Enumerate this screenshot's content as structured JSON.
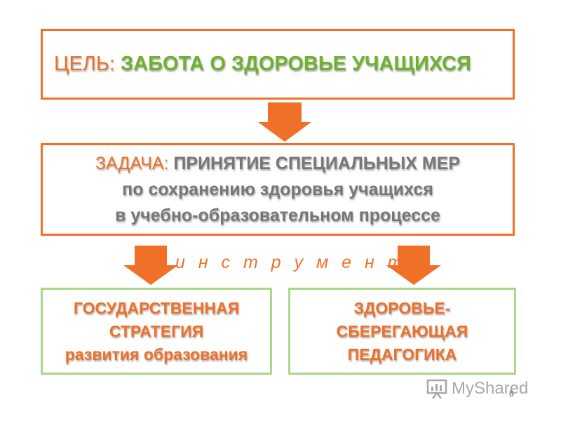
{
  "goal": {
    "label": "ЦЕЛЬ:",
    "text": "ЗАБОТА О ЗДОРОВЬЕ УЧАЩИХСЯ"
  },
  "task": {
    "label": "ЗАДАЧА:",
    "line1": "ПРИНЯТИЕ СПЕЦИАЛЬНЫХ МЕР",
    "line2": "по сохранению  здоровья учащихся",
    "line3": "в учебно-образовательном процессе"
  },
  "instruments_label": "и н с т р у м е н т ы",
  "left_box": {
    "line1": "ГОСУДАРСТВЕННАЯ",
    "line2": "СТРАТЕГИЯ",
    "line3": "развития образования"
  },
  "right_box": {
    "line1": "ЗДОРОВЬЕ-",
    "line2": "СБЕРЕГАЮЩАЯ",
    "line3": "ПЕДАГОГИКА"
  },
  "watermark": "MyShared",
  "page_number": "6",
  "colors": {
    "orange": "#f07028",
    "green_text": "#6fb22f",
    "green_border": "#a8d888",
    "grey_text": "#777777"
  }
}
